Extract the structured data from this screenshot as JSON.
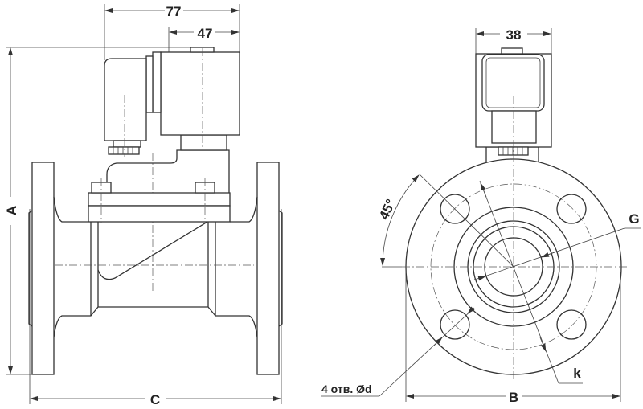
{
  "dimensions": {
    "coil_width_total": "77",
    "coil_width_housing": "47",
    "coil_depth": "38",
    "height": "A",
    "length": "C",
    "flange_diameter": "B",
    "bolt_circle": "k",
    "bore": "G",
    "angle": "45°",
    "holes": "4 отв. Ød"
  },
  "colors": {
    "line": "#333333",
    "background": "#ffffff"
  }
}
